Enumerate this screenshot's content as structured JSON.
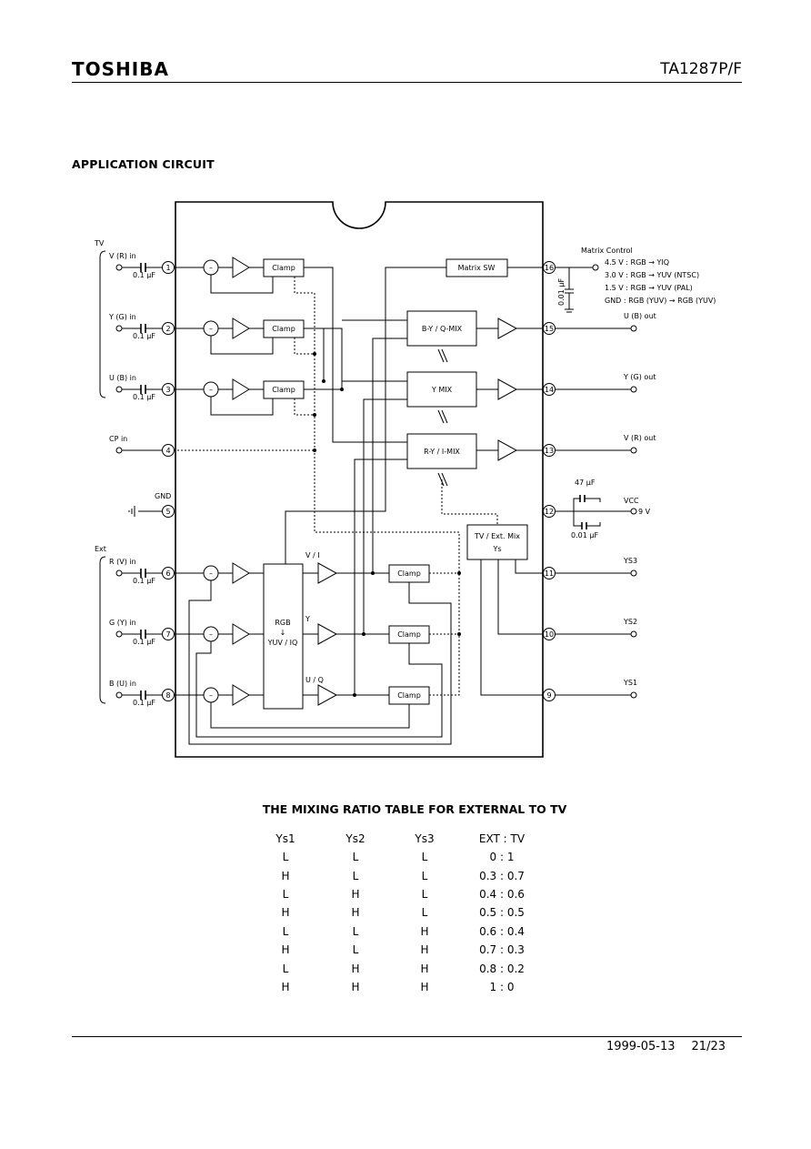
{
  "header": {
    "logo": "TOSHIBA",
    "part_number": "TA1287P/F"
  },
  "section_title": "APPLICATION CIRCUIT",
  "circuit": {
    "group_tv": "TV",
    "group_ext": "Ext",
    "inputs": [
      "V (R) in",
      "Y (G) in",
      "U (B) in",
      "CP in",
      "GND",
      "R (V) in",
      "G (Y) in",
      "B (U) in"
    ],
    "cap_label": "0.1 μF",
    "pin_numbers": [
      "1",
      "2",
      "3",
      "4",
      "5",
      "6",
      "7",
      "8",
      "9",
      "10",
      "11",
      "12",
      "13",
      "14",
      "15",
      "16"
    ],
    "blocks": {
      "clamp_tv": "Clamp",
      "clamp_ext": "Clamp",
      "matrix_sw": "Matrix SW",
      "by_mix": "B-Y / Q-MIX",
      "y_mix": "Y MIX",
      "ry_mix": "R-Y / I-MIX",
      "tv_ext_mix": "TV / Ext. Mix",
      "ys": "Ys",
      "rgb_conv_1": "RGB",
      "rgb_conv_arrow": "↓",
      "rgb_conv_2": "YUV / IQ",
      "vi": "V / I",
      "y": "Y",
      "uq": "U / Q"
    },
    "matrix_control": {
      "title": "Matrix Control",
      "lines": [
        "4.5 V : RGB → YIQ",
        "3.0 V : RGB → YUV (NTSC)",
        "1.5 V : RGB → YUV (PAL)",
        "GND : RGB (YUV) → RGB (YUV)"
      ],
      "cap": "0.01 μF"
    },
    "outputs": {
      "u_out": "U (B) out",
      "y_out": "Y (G) out",
      "v_out": "V (R) out",
      "vcc": "VCC",
      "vcc_value": "9 V",
      "ys3": "YS3",
      "ys2": "YS2",
      "ys1": "YS1"
    },
    "vcc_caps": [
      "47 μF",
      "0.01 μF"
    ]
  },
  "mixing_table": {
    "title": "THE MIXING RATIO TABLE FOR EXTERNAL TO TV",
    "columns": [
      "Ys1",
      "Ys2",
      "Ys3",
      "EXT : TV"
    ],
    "rows": [
      [
        "L",
        "L",
        "L",
        "0 : 1"
      ],
      [
        "H",
        "L",
        "L",
        "0.3 : 0.7"
      ],
      [
        "L",
        "H",
        "L",
        "0.4 : 0.6"
      ],
      [
        "H",
        "H",
        "L",
        "0.5 : 0.5"
      ],
      [
        "L",
        "L",
        "H",
        "0.6 : 0.4"
      ],
      [
        "H",
        "L",
        "H",
        "0.7 : 0.3"
      ],
      [
        "L",
        "H",
        "H",
        "0.8 : 0.2"
      ],
      [
        "H",
        "H",
        "H",
        "1 : 0"
      ]
    ]
  },
  "footer": {
    "date": "1999-05-13",
    "page": "21/23"
  }
}
